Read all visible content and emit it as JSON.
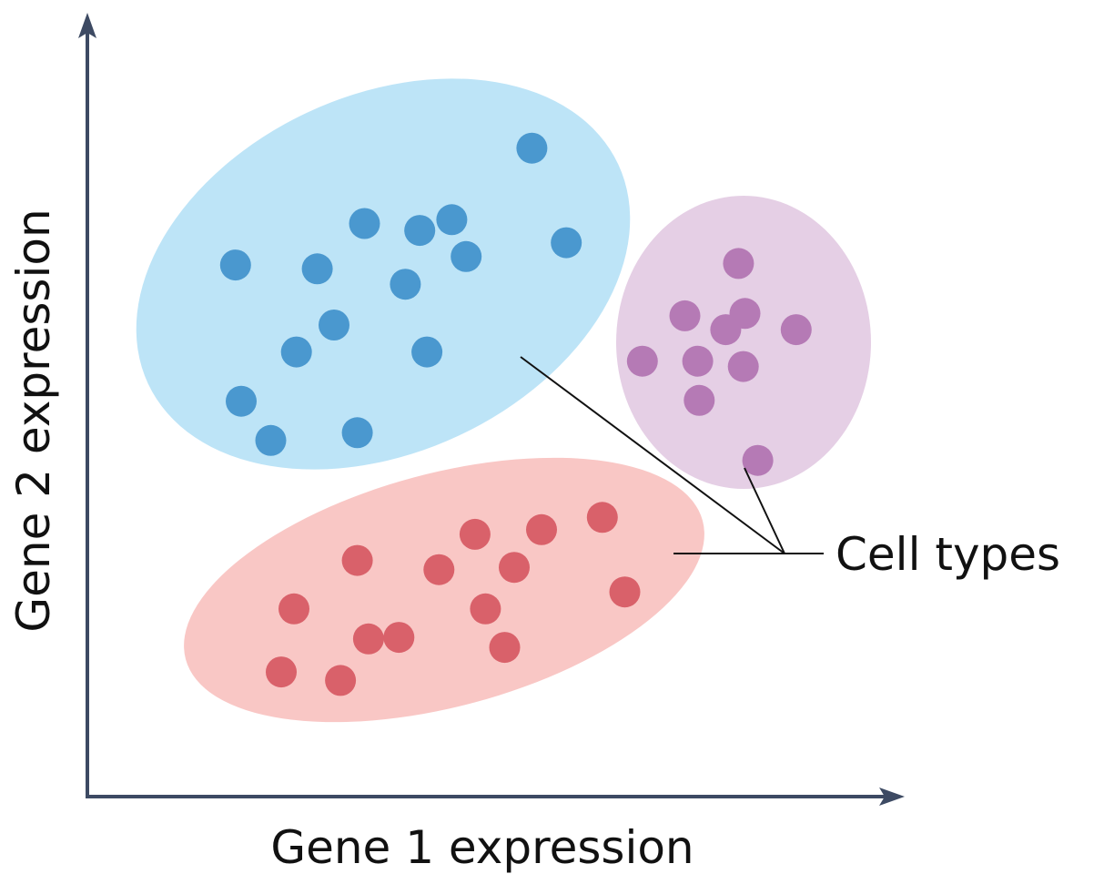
{
  "chart_data": {
    "type": "scatter",
    "xlabel": "Gene 1 expression",
    "ylabel": "Gene 2 expression",
    "xlim": [
      0,
      10
    ],
    "ylim": [
      0,
      10
    ],
    "grid": false,
    "annotation": {
      "text": "Cell types"
    },
    "colors": {
      "axis": "#3d4a63",
      "annotation_line": "#111111"
    },
    "series": [
      {
        "color": "#4a98cf",
        "region_color": "#bde4f7",
        "points": [
          {
            "x": 5.55,
            "y": 8.43
          },
          {
            "x": 3.46,
            "y": 7.45
          },
          {
            "x": 4.15,
            "y": 7.36
          },
          {
            "x": 4.55,
            "y": 7.5
          },
          {
            "x": 1.85,
            "y": 6.91
          },
          {
            "x": 2.87,
            "y": 6.86
          },
          {
            "x": 4.73,
            "y": 7.02
          },
          {
            "x": 5.98,
            "y": 7.2
          },
          {
            "x": 3.97,
            "y": 6.66
          },
          {
            "x": 3.08,
            "y": 6.13
          },
          {
            "x": 2.61,
            "y": 5.78
          },
          {
            "x": 4.24,
            "y": 5.78
          },
          {
            "x": 1.92,
            "y": 5.14
          },
          {
            "x": 3.37,
            "y": 4.73
          },
          {
            "x": 2.29,
            "y": 4.63
          }
        ]
      },
      {
        "color": "#b57ab5",
        "region_color": "#e5cfe5",
        "points": [
          {
            "x": 8.13,
            "y": 6.93
          },
          {
            "x": 7.46,
            "y": 6.25
          },
          {
            "x": 8.21,
            "y": 6.28
          },
          {
            "x": 7.97,
            "y": 6.07
          },
          {
            "x": 8.85,
            "y": 6.07
          },
          {
            "x": 6.93,
            "y": 5.66
          },
          {
            "x": 7.62,
            "y": 5.66
          },
          {
            "x": 8.19,
            "y": 5.59
          },
          {
            "x": 7.64,
            "y": 5.15
          },
          {
            "x": 8.37,
            "y": 4.37
          }
        ]
      },
      {
        "color": "#d9616a",
        "region_color": "#f9c7c5",
        "points": [
          {
            "x": 6.43,
            "y": 3.63
          },
          {
            "x": 5.67,
            "y": 3.47
          },
          {
            "x": 4.84,
            "y": 3.41
          },
          {
            "x": 3.37,
            "y": 3.07
          },
          {
            "x": 4.39,
            "y": 2.95
          },
          {
            "x": 5.33,
            "y": 2.98
          },
          {
            "x": 6.71,
            "y": 2.66
          },
          {
            "x": 2.58,
            "y": 2.44
          },
          {
            "x": 4.97,
            "y": 2.44
          },
          {
            "x": 3.51,
            "y": 2.05
          },
          {
            "x": 3.89,
            "y": 2.07
          },
          {
            "x": 5.21,
            "y": 1.94
          },
          {
            "x": 2.42,
            "y": 1.62
          },
          {
            "x": 3.16,
            "y": 1.51
          }
        ]
      }
    ]
  }
}
